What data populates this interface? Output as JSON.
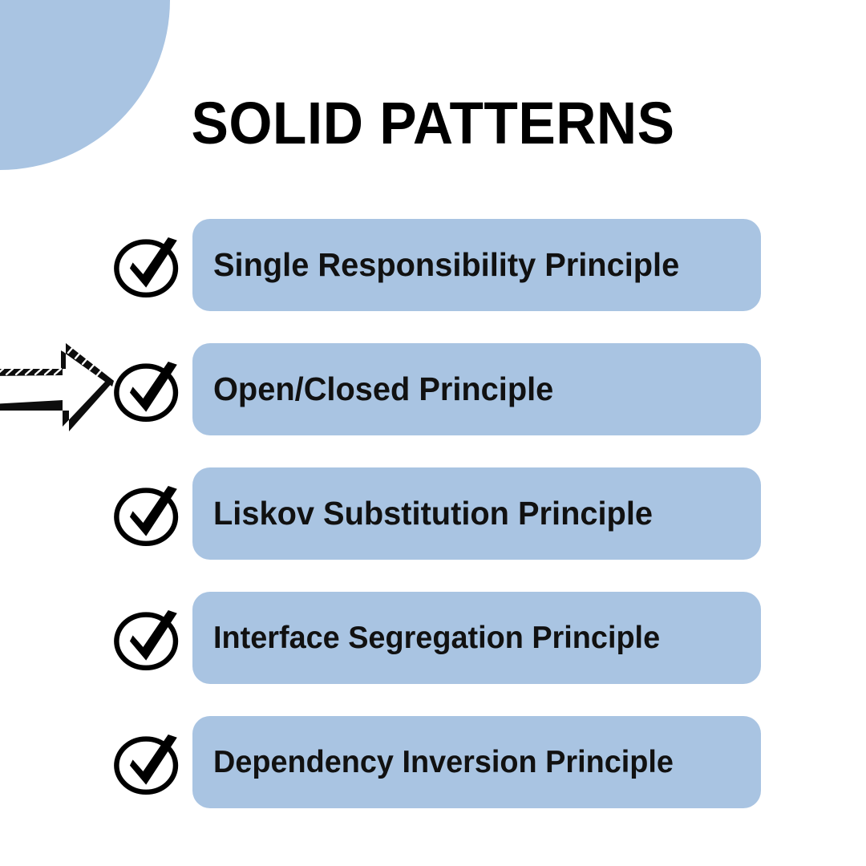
{
  "page": {
    "title": "SOLID PATTERNS",
    "background_color": "#ffffff",
    "accent_color": "#a9c4e2",
    "text_color": "#000000"
  },
  "decoration": {
    "corner_blob_name": "blue-quarter-circle",
    "corner_blob_color": "#a9c4e2",
    "pointer_arrow_name": "hand-drawn-right-arrow",
    "pointer_arrow_color": "#0d0d0d",
    "pointer_arrow_target_index": 1
  },
  "principles": [
    {
      "label": "Single Responsibility Principle",
      "icon": "check-circle-icon",
      "highlighted": false
    },
    {
      "label": "Open/Closed Principle",
      "icon": "check-circle-icon",
      "highlighted": true
    },
    {
      "label": "Liskov Substitution Principle",
      "icon": "check-circle-icon",
      "highlighted": false
    },
    {
      "label": "Interface Segregation Principle",
      "icon": "check-circle-icon",
      "highlighted": false
    },
    {
      "label": "Dependency Inversion Principle",
      "icon": "check-circle-icon",
      "highlighted": false
    }
  ]
}
